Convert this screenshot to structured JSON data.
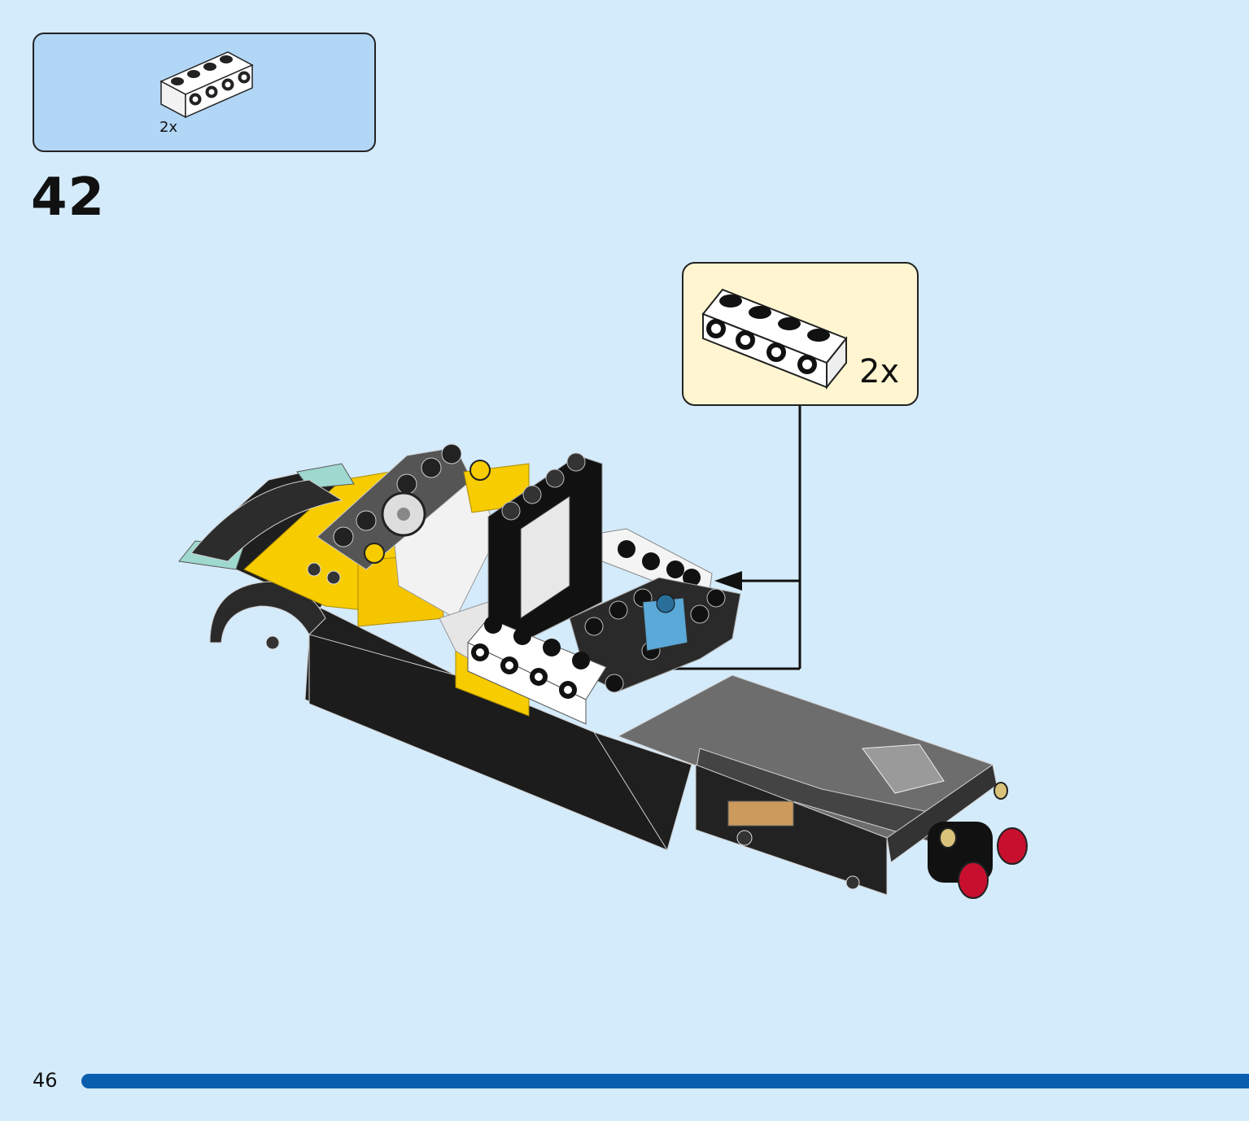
{
  "parts_list": {
    "count": "2x",
    "part_icon": "white-brick-1x4-with-side-studs"
  },
  "step": {
    "number": "42"
  },
  "callout": {
    "count": "2x",
    "part_icon": "white-brick-1x4-with-side-studs"
  },
  "model": {
    "icon": "yellow-black-car-assembly"
  },
  "footer": {
    "page_number": "46",
    "progress_color": "#0a5eae"
  },
  "colors": {
    "background": "#d4ebfb",
    "parts_box": "#b2d6f5",
    "callout_box": "#fff6d1"
  }
}
